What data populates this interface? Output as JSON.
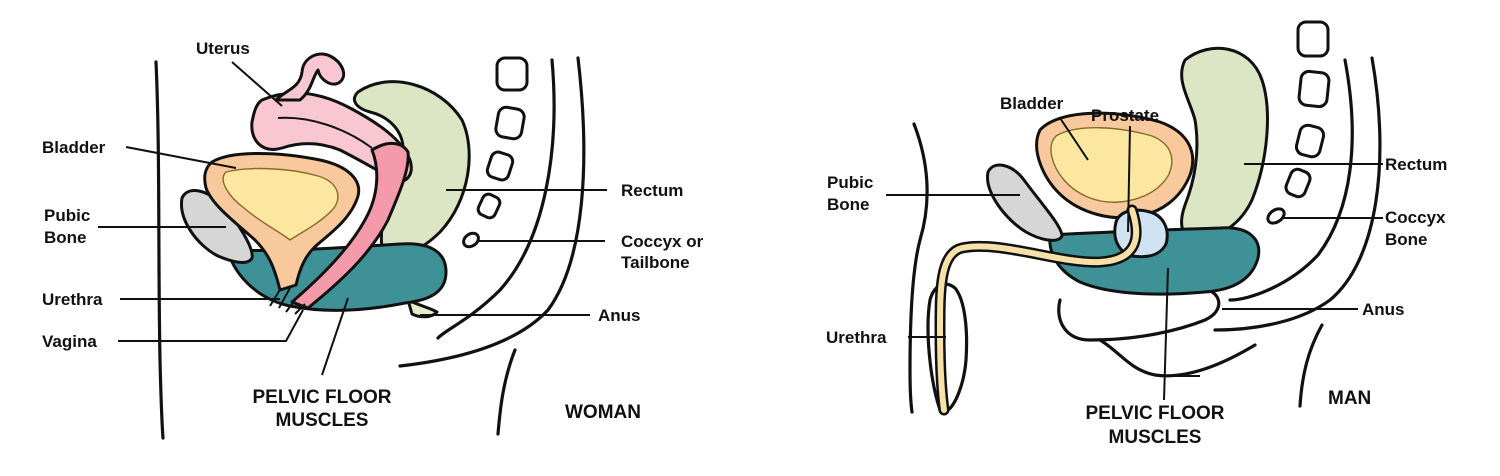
{
  "colors": {
    "uterus": "#f9c7d1",
    "uterus_inner": "#f59aaa",
    "bladder_wall": "#f8c99c",
    "bladder_inner": "#fbe7a0",
    "rectum": "#dce6c4",
    "pubic_bone": "#d6d6d6",
    "pelvic_floor": "#3f9198",
    "prostate": "#cfe3f2",
    "urethra": "#f7e1a8",
    "anus": "#e6ebc9",
    "outline": "#111111"
  },
  "woman": {
    "title": "WOMAN",
    "labels": {
      "uterus": "Uterus",
      "bladder": "Bladder",
      "pubic_bone_1": "Pubic",
      "pubic_bone_2": "Bone",
      "urethra": "Urethra",
      "vagina": "Vagina",
      "rectum": "Rectum",
      "coccyx_1": "Coccyx or",
      "coccyx_2": "Tailbone",
      "anus": "Anus",
      "pelvic_floor_1": "PELVIC FLOOR",
      "pelvic_floor_2": "MUSCLES"
    }
  },
  "man": {
    "title": "MAN",
    "labels": {
      "bladder": "Bladder",
      "prostate": "Prostate",
      "pubic_bone_1": "Pubic",
      "pubic_bone_2": "Bone",
      "rectum": "Rectum",
      "coccyx_1": "Coccyx",
      "coccyx_2": "Bone",
      "anus": "Anus",
      "urethra": "Urethra",
      "pelvic_floor_1": "PELVIC FLOOR",
      "pelvic_floor_2": "MUSCLES"
    }
  }
}
